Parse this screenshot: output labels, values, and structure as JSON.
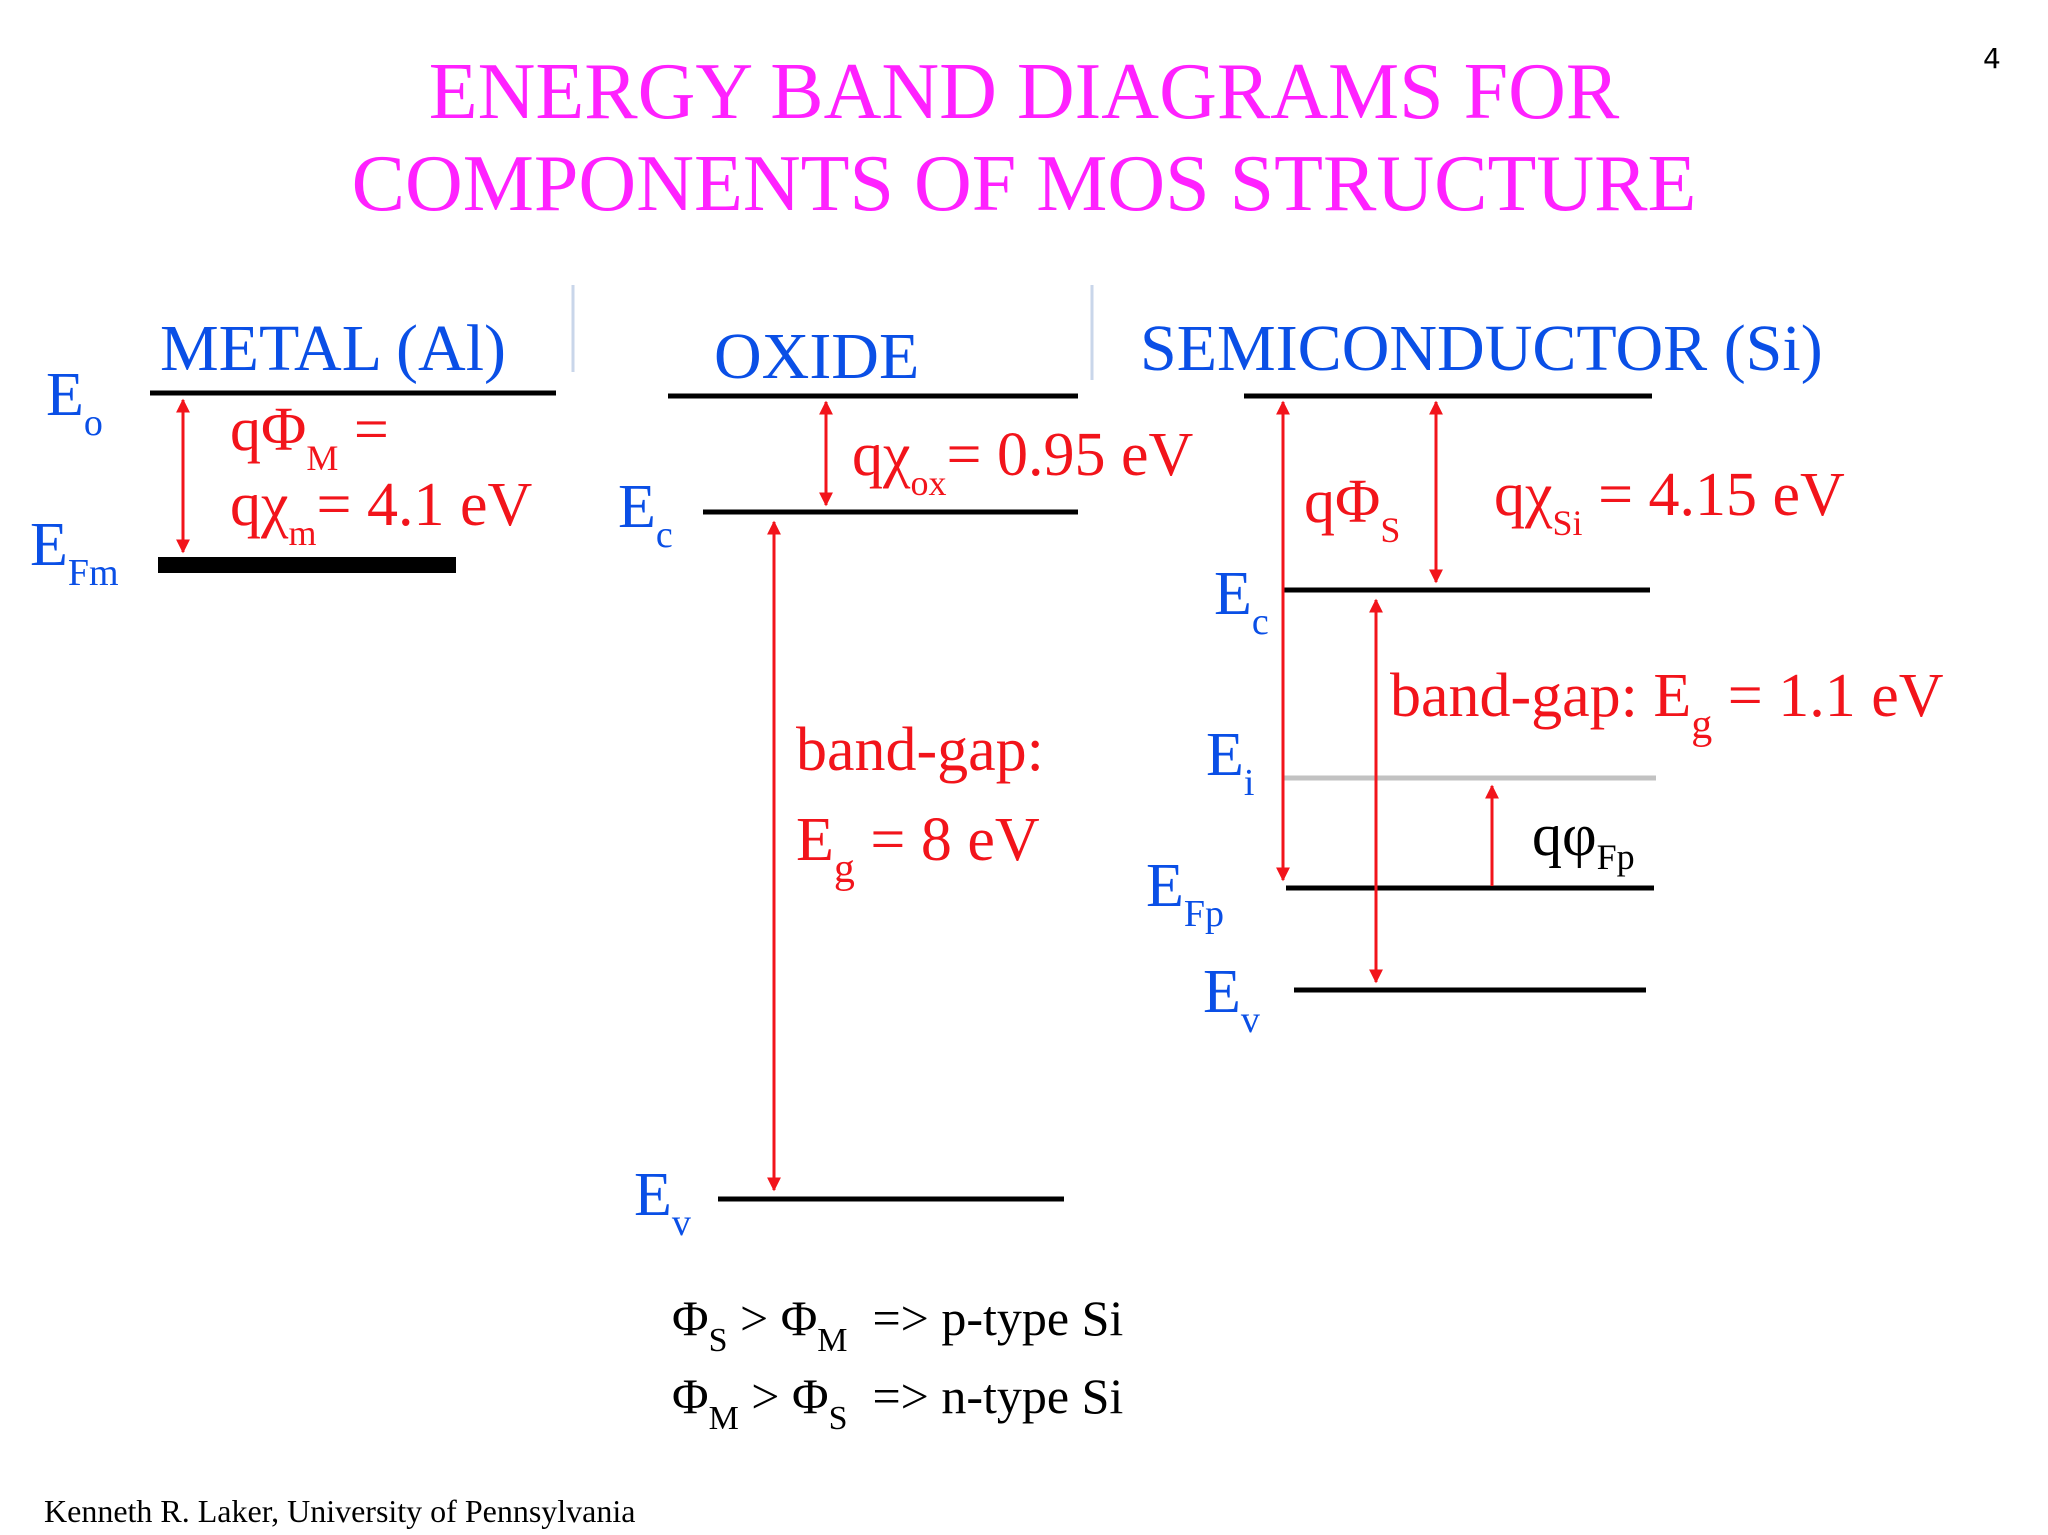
{
  "slide": {
    "number": "4",
    "title_line1": "ENERGY BAND DIAGRAMS FOR",
    "title_line2": "COMPONENTS OF MOS STRUCTURE",
    "footer": "Kenneth R. Laker, University of Pennsylvania"
  },
  "colors": {
    "title": "#ff21ff",
    "heading": "#0a4fe6",
    "quantity": "#f2141b",
    "line": "#000000",
    "intrinsic_line": "#c2c2c2"
  },
  "metal": {
    "heading": "METAL (Al)",
    "eo": {
      "main": "E",
      "sub": "o"
    },
    "efm": {
      "main": "E",
      "sub": "Fm"
    },
    "phi_line1": {
      "pre": "qΦ",
      "sub": "M",
      "post": " ="
    },
    "phi_line2": {
      "pre": "qχ",
      "sub": "m",
      "post": "= 4.1 eV"
    }
  },
  "oxide": {
    "heading": "OXIDE",
    "ec": {
      "main": "E",
      "sub": "c"
    },
    "ev": {
      "main": "E",
      "sub": "v"
    },
    "chi": {
      "pre": "qχ",
      "sub": "ox",
      "post": "= 0.95 eV"
    },
    "gap_line1": "band-gap:",
    "gap_line2": {
      "pre": "E",
      "sub": "g",
      "post": " = 8 eV"
    }
  },
  "semiconductor": {
    "heading": "SEMICONDUCTOR (Si)",
    "ec": {
      "main": "E",
      "sub": "c"
    },
    "ei": {
      "main": "E",
      "sub": "i"
    },
    "efp": {
      "main": "E",
      "sub": "Fp"
    },
    "ev": {
      "main": "E",
      "sub": "v"
    },
    "phi": {
      "pre": "qΦ",
      "sub": "S"
    },
    "chi": {
      "pre": "qχ",
      "sub": "Si",
      "post": " = 4.15 eV"
    },
    "gap": {
      "pre": "band-gap: E",
      "sub": "g",
      "post": " = 1.1 eV"
    },
    "phi_fp": {
      "pre": "qφ",
      "sub": "Fp"
    }
  },
  "conditions": [
    {
      "a": "Φ",
      "a_sub": "S",
      "op": " > ",
      "b": "Φ",
      "b_sub": "M",
      "result": "  => p-type Si"
    },
    {
      "a": "Φ",
      "a_sub": "M",
      "op": " > ",
      "b": "Φ",
      "b_sub": "S",
      "result": "  => n-type Si"
    }
  ]
}
